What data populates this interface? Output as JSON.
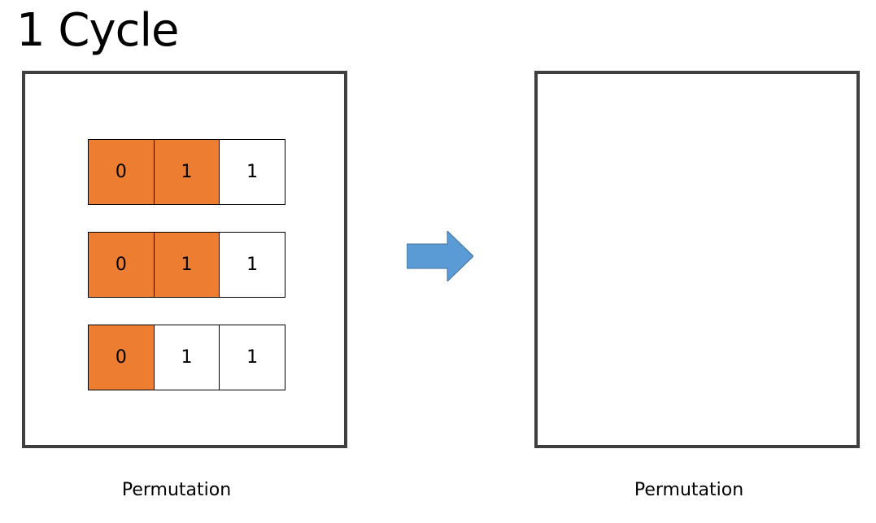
{
  "title": "1 Cycle",
  "colors": {
    "highlight": "#ed7d31",
    "plain": "#ffffff",
    "border": "#3f3f3f",
    "arrow": "#5b9bd5"
  },
  "left_panel": {
    "rows": [
      {
        "cells": [
          {
            "value": "0",
            "highlighted": true
          },
          {
            "value": "1",
            "highlighted": true
          },
          {
            "value": "1",
            "highlighted": false
          }
        ]
      },
      {
        "cells": [
          {
            "value": "0",
            "highlighted": true
          },
          {
            "value": "1",
            "highlighted": true
          },
          {
            "value": "1",
            "highlighted": false
          }
        ]
      },
      {
        "cells": [
          {
            "value": "0",
            "highlighted": true
          },
          {
            "value": "1",
            "highlighted": false
          },
          {
            "value": "1",
            "highlighted": false
          }
        ]
      }
    ],
    "caption": "Permutation"
  },
  "right_panel": {
    "caption": "Permutation"
  },
  "arrow_icon": "right-arrow-icon"
}
